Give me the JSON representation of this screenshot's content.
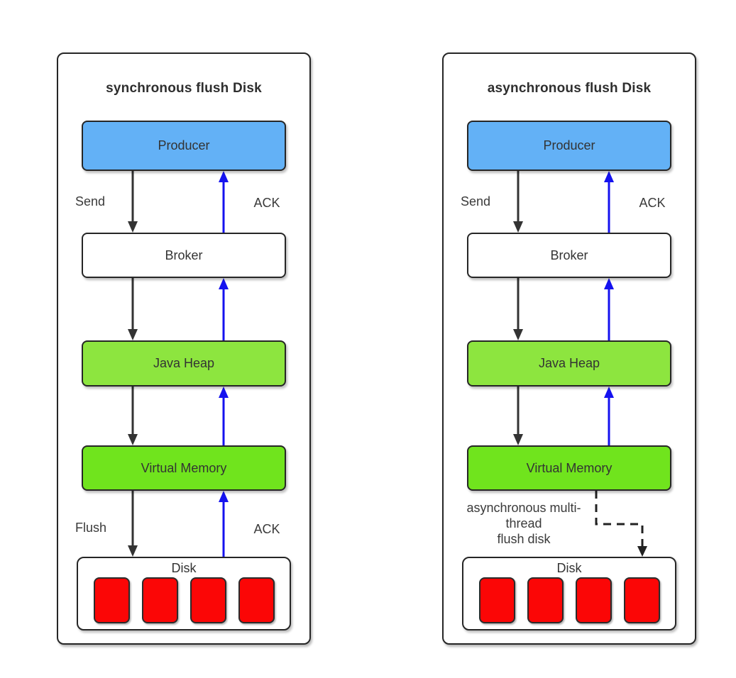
{
  "colors": {
    "panel_bg": "#FFFFFF",
    "border": "#262626",
    "text": "#363636",
    "producer_fill": "#63B1F6",
    "broker_fill": "#FFFFFF",
    "java_heap_fill": "#8DE53F",
    "virtual_memory_fill": "#70E41D",
    "disk_fill": "#FFFFFF",
    "platter_fill": "#FB0606",
    "send_arrow": "#333333",
    "ack_arrow": "#1512EF",
    "dashed_arrow": "#222222"
  },
  "panels": [
    {
      "title": "synchronous flush Disk",
      "boxes": {
        "producer": "Producer",
        "broker": "Broker",
        "java_heap": "Java Heap",
        "virtual_memory": "Virtual Memory",
        "disk": "Disk"
      },
      "labels": {
        "send": "Send",
        "ack_top": "ACK",
        "flush": "Flush",
        "ack_bottom": "ACK"
      },
      "disk_platter_count": 4
    },
    {
      "title": "asynchronous flush Disk",
      "boxes": {
        "producer": "Producer",
        "broker": "Broker",
        "java_heap": "Java Heap",
        "virtual_memory": "Virtual Memory",
        "disk": "Disk"
      },
      "labels": {
        "send": "Send",
        "ack_top": "ACK"
      },
      "note_lines": [
        "asynchronous multi-",
        "thread",
        "flush disk"
      ],
      "disk_platter_count": 4
    }
  ]
}
